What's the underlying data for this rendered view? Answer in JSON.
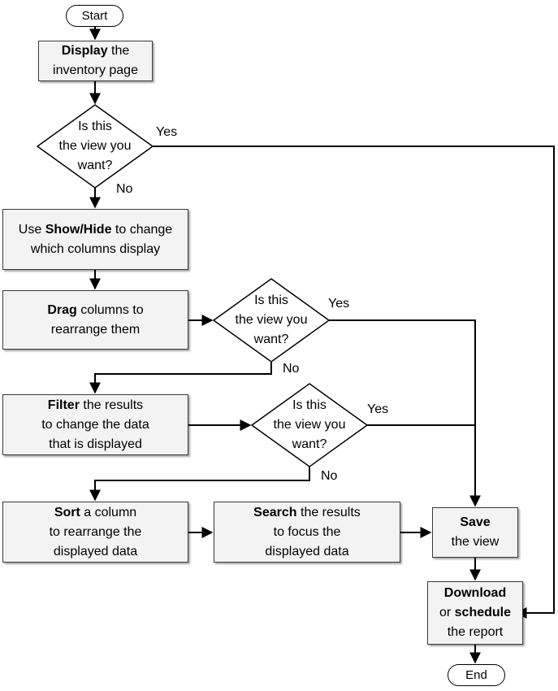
{
  "start_label": "Start",
  "end_label": "End",
  "display_box": {
    "bold": "Display",
    "rest1": " the",
    "line2": "inventory page"
  },
  "decision_text": {
    "line1": "Is this",
    "line2": "the view you",
    "line3": "want?"
  },
  "yes_label": "Yes",
  "no_label": "No",
  "showhide_box": {
    "pre": "Use ",
    "bold": "Show/Hide",
    "rest1": " to change",
    "line2": "which columns display"
  },
  "drag_box": {
    "bold": "Drag",
    "rest1": " columns to",
    "line2": "rearrange them"
  },
  "filter_box": {
    "bold": "Filter",
    "rest1": " the results",
    "line2": "to change the data",
    "line3": "that is displayed"
  },
  "sort_box": {
    "bold": "Sort",
    "rest1": " a column",
    "line2": "to rearrange the",
    "line3": "displayed data"
  },
  "search_box": {
    "bold": "Search",
    "rest1": " the results",
    "line2": "to focus the",
    "line3": "displayed data"
  },
  "save_box": {
    "bold": "Save",
    "line2": "the view"
  },
  "download_box": {
    "bold1": "Download",
    "line2_pre": "or ",
    "bold2": "schedule",
    "line3": "the report"
  }
}
